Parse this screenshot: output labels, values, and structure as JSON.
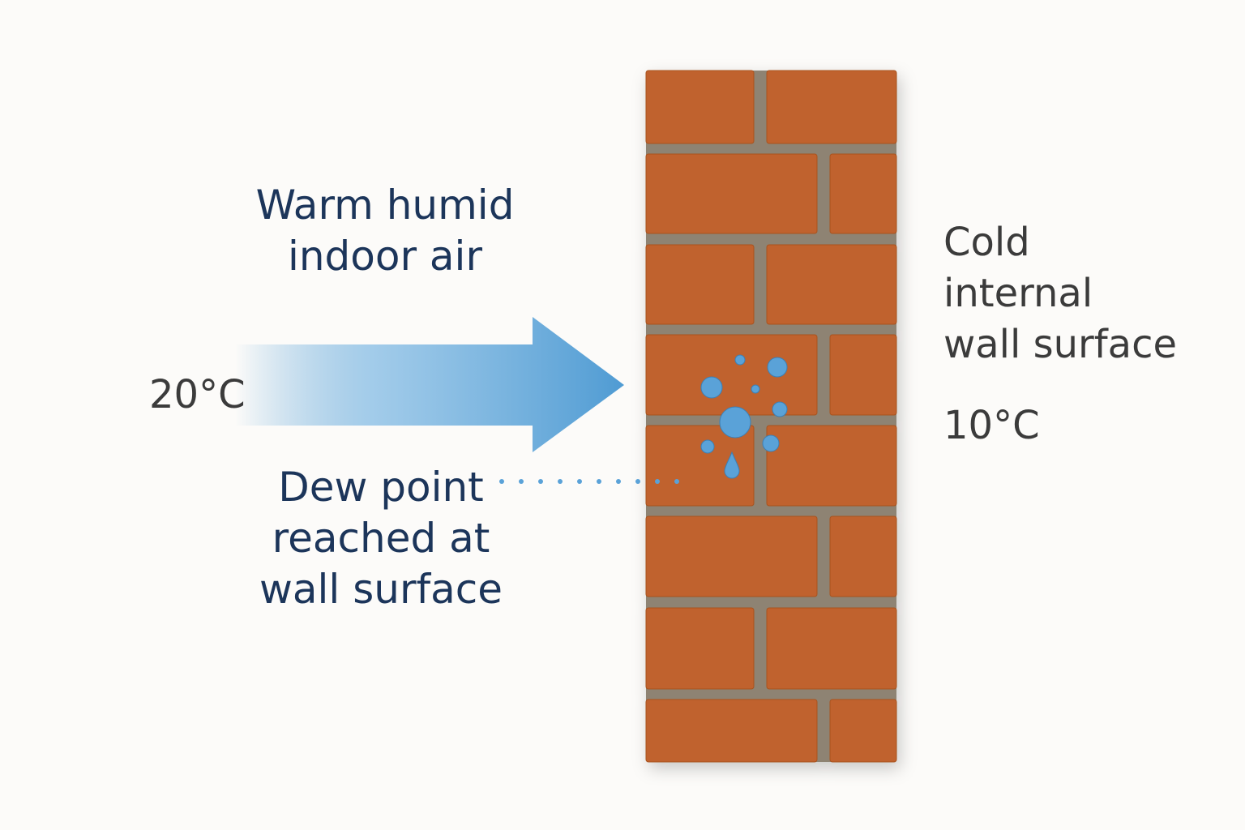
{
  "labels": {
    "warm_air_line1": "Warm humid",
    "warm_air_line2": "indoor air",
    "indoor_temp": "20°C",
    "cold_wall_line1": "Cold",
    "cold_wall_line2": "internal",
    "cold_wall_line3": "wall surface",
    "wall_temp": "10°C",
    "dew_line1": "Dew point",
    "dew_line2": "reached at",
    "dew_line3": "wall surface"
  },
  "colors": {
    "text_navy": "#1c355a",
    "text_gray": "#3b3b3b",
    "brick": "#c0622f",
    "mortar": "#8e8373",
    "water": "#5aa2d8",
    "arrow": "#4f9bd3"
  }
}
